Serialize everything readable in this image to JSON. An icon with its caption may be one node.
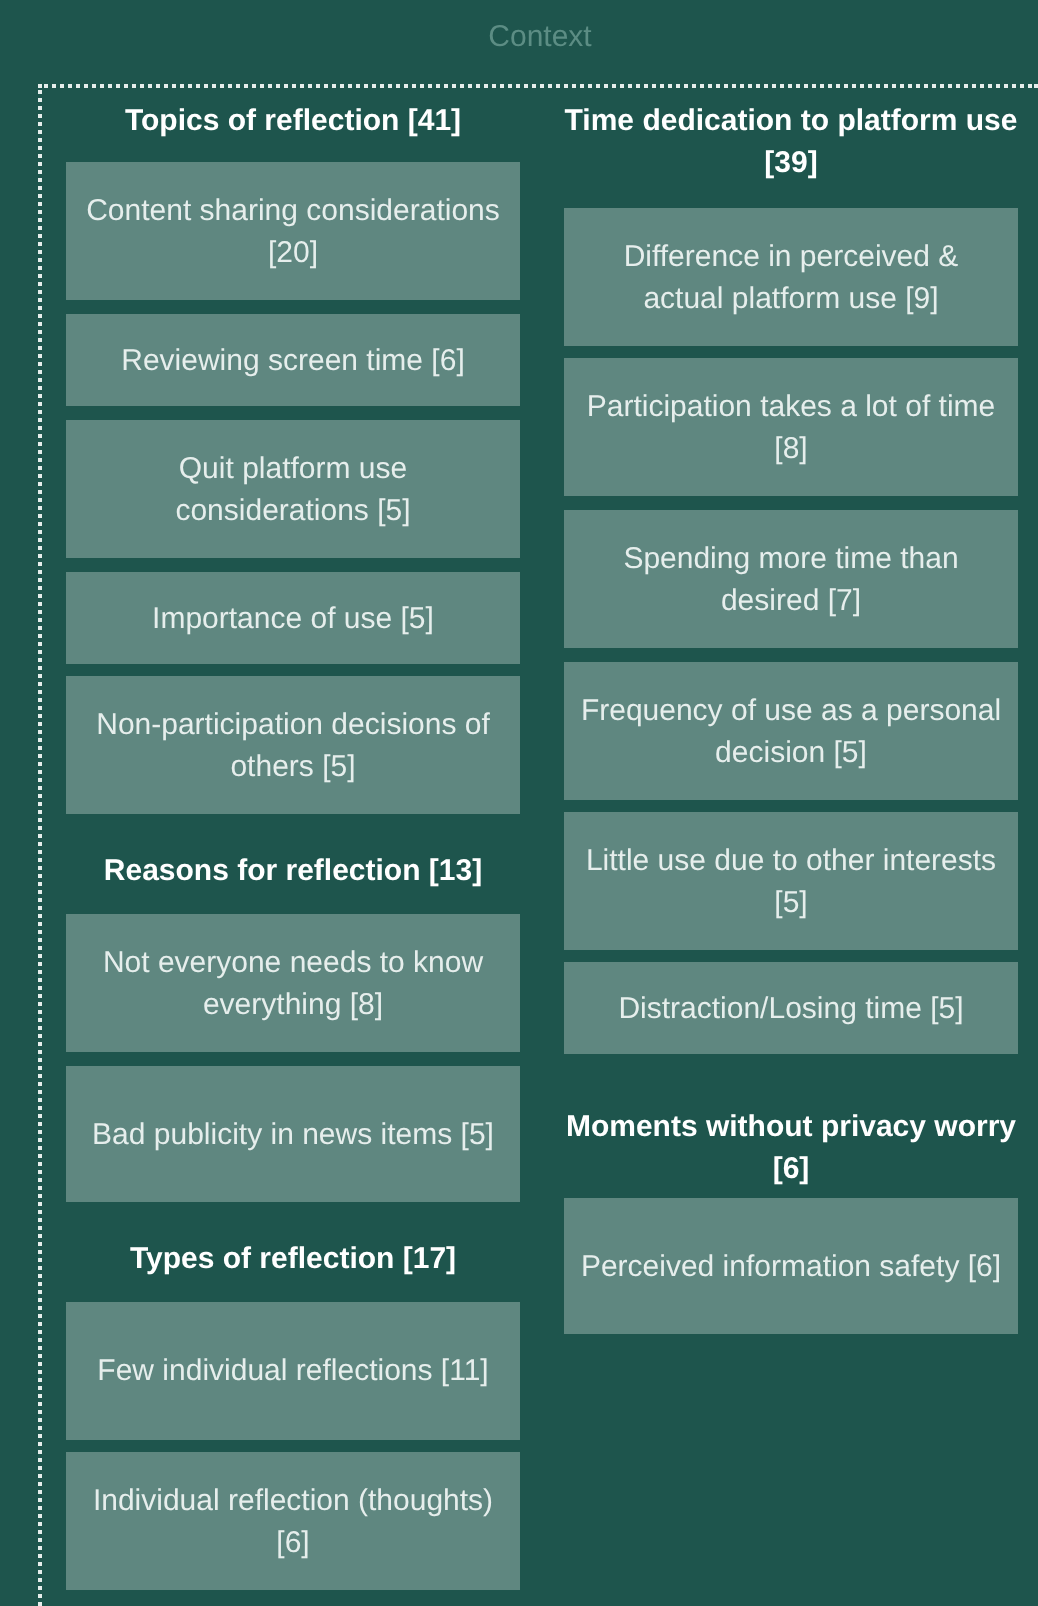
{
  "diagram": {
    "nodes": [
      {
        "text": [
          "Context"
        ]
      },
      {
        "text": [
          "Content sharing considerations [20]"
        ],
        "in": 0
      },
      {
        "text": [
          "Reviewing screen time [6]"
        ],
        "in": 0
      },
      {
        "text": [
          "Quit platform use considerations [5]"
        ],
        "in": 0
      },
      {
        "text": [
          "Importance of use [5]"
        ],
        "in": 0
      },
      {
        "text": [
          "Non-participation decisions of others [5]"
        ],
        "in": 0
      },
      {
        "text": [
          "Not everyone needs to know everything [8]"
        ],
        "in": 0
      },
      {
        "text": [
          "Bad publicity in news items [5]"
        ],
        "in": 0
      },
      {
        "text": [
          "Few individual reflections [11]"
        ],
        "in": 0
      },
      {
        "text": [
          "Individual reflection (thoughts) [6]"
        ],
        "in": 0
      },
      {
        "text": [
          "Difference in perceived & actual platform use [9]"
        ],
        "in": 0
      },
      {
        "text": [
          "Participation takes a lot of time [8]"
        ],
        "in": 0
      },
      {
        "text": [
          "Spending more time than desired [7]"
        ],
        "in": 0
      },
      {
        "text": [
          "Frequency of use as a personal decision [5]"
        ],
        "in": 0
      },
      {
        "text": [
          "Little use due to other interests [5]"
        ],
        "in": 0
      },
      {
        "text": [
          "Distraction/Losing time [5]"
        ],
        "in": 0
      },
      {
        "text": [
          "Perceived information safety [6]"
        ],
        "in": 0
      }
    ],
    "labels": [
      "Topics of reflection [41]",
      "Time dedication to platform use [39]",
      "Reasons for reflection [13]",
      "Types of reflection [17]",
      "Moments without privacy worry [6]"
    ]
  }
}
